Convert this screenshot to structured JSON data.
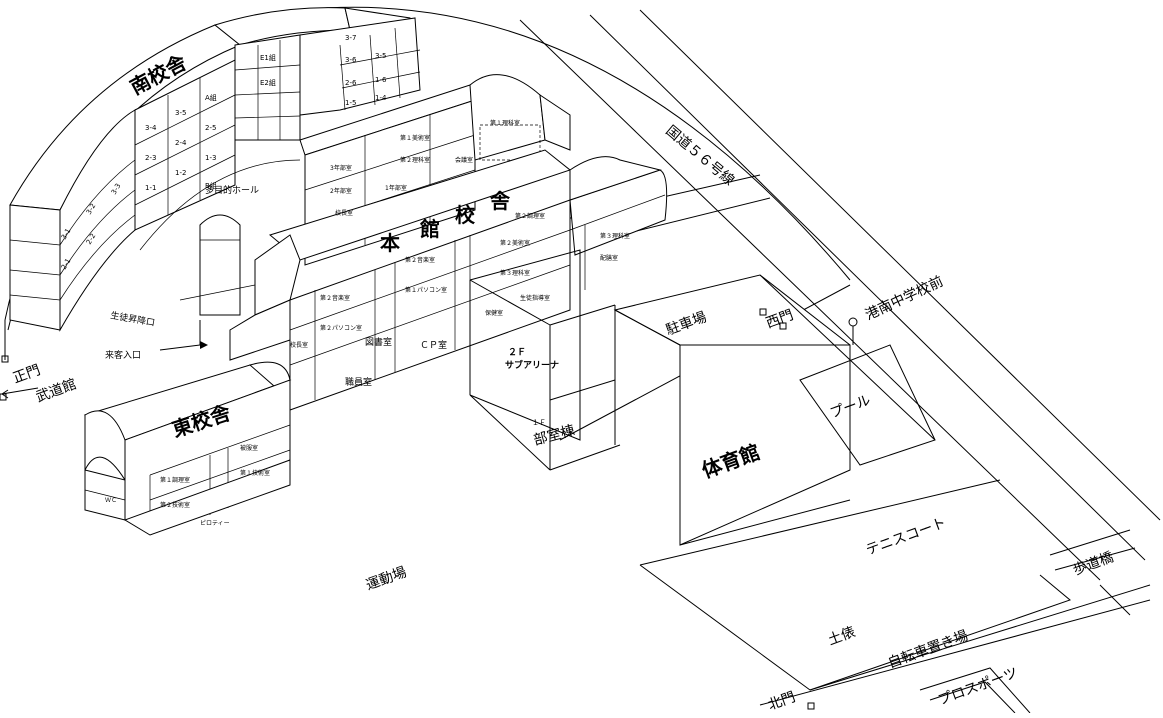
{
  "labels": {
    "south_building": "南校舎",
    "main_building": "本館校舎",
    "east_building": "東校舎",
    "gymnasium": "体育館",
    "route56": "国道５６号線",
    "parking": "駐車場",
    "west_gate": "西門",
    "bus_stop": "港南中学校前",
    "pool": "プール",
    "tennis_court": "テニスコート",
    "footbridge": "歩道橋",
    "sports_ground": "運動場",
    "mound": "土俵",
    "bicycle_parking": "自転車置き場",
    "north_gate": "北門",
    "pro_sports": "プロスポーツ",
    "main_gate": "正門",
    "budokan": "武道館",
    "visitor_entrance": "来客入口",
    "student_entrance": "生徒昇降口",
    "multipurpose_hall": "多目的ホール",
    "sub_arena_floor": "２Ｆ",
    "sub_arena": "サブアリーナ",
    "club_floor": "１Ｆ",
    "club_building": "部室棟",
    "library": "図書室",
    "cp_room": "ＣＰ室",
    "staff_room": "職員室",
    "pc_room_1": "第２パソコン室",
    "pc_room_2": "第１パソコン室",
    "art_room_2": "第２美術室",
    "art_room_1": "第１美術室",
    "music_room_2": "第２音楽室",
    "science_room_3": "第３理科室",
    "science_room_2": "第２理科室",
    "science_room_1": "第１理科室",
    "home_room_2": "第２調理室",
    "principal_room": "校長室",
    "nurse_room": "保健室",
    "guidance_room": "生徒指導室",
    "ac_room": "配膳室",
    "hall_1": "1年部室",
    "hall_2": "2年部室",
    "hall_3": "3年部室",
    "music_hall": "会議室",
    "grade_office": "校長室",
    "east_cooking": "第１調理室",
    "east_tech_2": "第２技術室",
    "east_tech_1": "第１技術室",
    "east_art": "被服室",
    "east_wc": "ＷＣ",
    "pilotis": "ピロティー",
    "classes_s": [
      "3-1",
      "3-2",
      "3-3",
      "3-4",
      "3-5",
      "2-1",
      "2-2",
      "2-3",
      "2-4",
      "2-5",
      "1-1",
      "1-2",
      "1-3",
      "1-4",
      "1-5"
    ],
    "classes_n": [
      "3-7",
      "3-6",
      "3-5",
      "2-6",
      "1-6",
      "1-5",
      "1-4"
    ],
    "classes_misc": [
      "A組",
      "B組",
      "E1組",
      "E2組"
    ],
    "bldg_title_chars": [
      "本",
      "館",
      "校",
      "舎"
    ],
    "south_title_chars": [
      "南",
      "校",
      "舎"
    ]
  }
}
